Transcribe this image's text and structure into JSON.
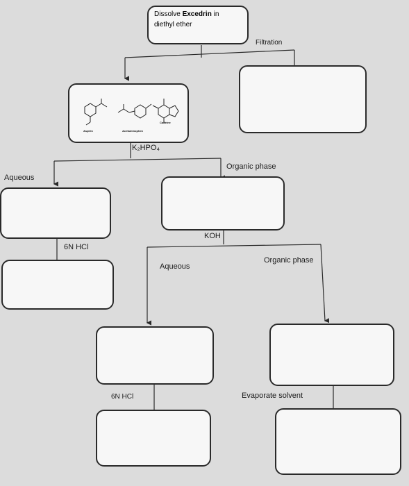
{
  "start": {
    "line1_prefix": "Dissolve ",
    "line1_bold": "Excedrin",
    "line1_suffix": " in",
    "line2": "diethyl ether"
  },
  "labels": {
    "filtration": "Filtration",
    "k2hpo4": "K₂HPO₄",
    "aqueous_left": "Aqueous",
    "organic_phase_1": "Organic phase",
    "hcl_left": "6N HCl",
    "koh": "KOH",
    "aqueous_mid": "Aqueous",
    "organic_phase_2": "Organic phase",
    "hcl_mid": "6N HCl",
    "evaporate": "Evaporate solvent"
  },
  "molecules": {
    "aspirin": "Aspirin",
    "acetaminophen": "Acetaminophen",
    "caffeine": "Caffeine"
  },
  "colors": {
    "line": "#2a2a2a",
    "paper": "#dcdcdc",
    "box_fill": "#f7f7f7"
  }
}
